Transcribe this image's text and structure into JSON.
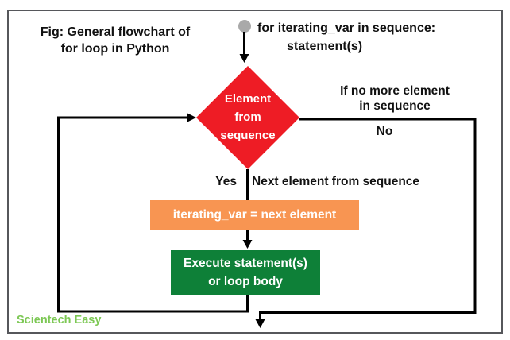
{
  "figure": {
    "caption_line1": "Fig: General flowchart of",
    "caption_line2": "for loop in Python",
    "watermark": "Scientech Easy"
  },
  "flowchart": {
    "start_code": {
      "line1": "for iterating_var in sequence:",
      "line2": "statement(s)"
    },
    "decision": {
      "line1": "Element",
      "line2": "from",
      "line3": "sequence"
    },
    "assign_box_label": "iterating_var = next element",
    "execute_box": {
      "line1": "Execute statement(s)",
      "line2": "or loop body"
    },
    "labels": {
      "yes": "Yes",
      "no": "No",
      "next_element": "Next element from sequence",
      "no_more_line1": "If no more element",
      "no_more_line2": "in sequence"
    },
    "colors": {
      "decision_red": "#ee1c25",
      "assign_orange": "#f89552",
      "execute_green": "#0e8038",
      "start_node_gray": "#a9a9a9",
      "watermark_green": "#7dc855",
      "connector_black": "#000000",
      "border_gray": "#56575b"
    }
  }
}
